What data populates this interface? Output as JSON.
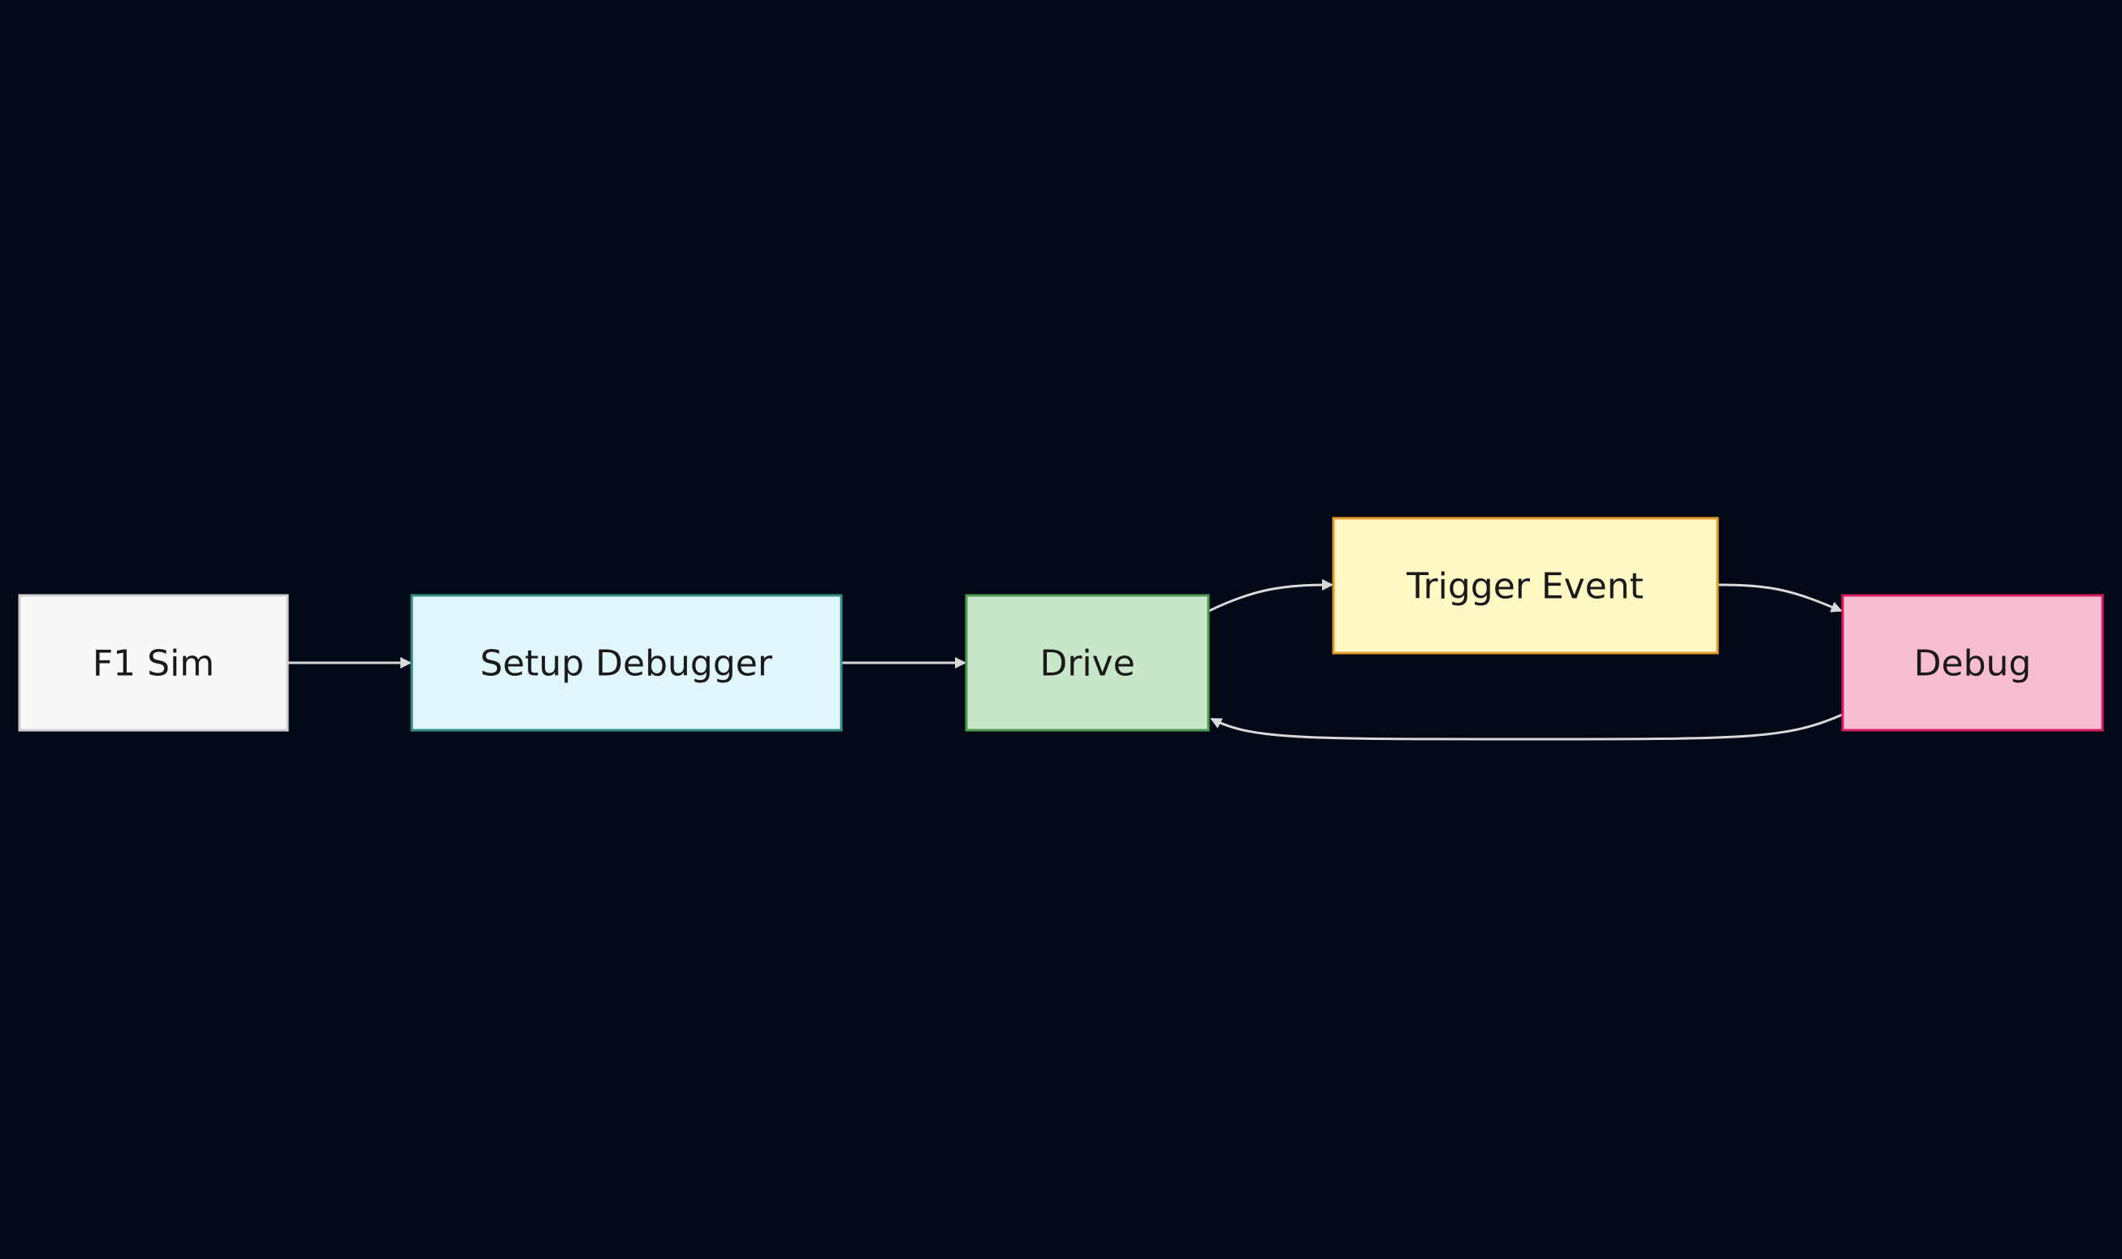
{
  "diagram": {
    "background": "#020916",
    "edge_color": "#d9d9d9",
    "nodes": [
      {
        "id": "f1-sim",
        "label": "F1 Sim",
        "fill": "#f8f8f8",
        "stroke": "#cfcfcf"
      },
      {
        "id": "setup-debugger",
        "label": "Setup Debugger",
        "fill": "#e1f6fb",
        "stroke": "#2f8f87"
      },
      {
        "id": "drive",
        "label": "Drive",
        "fill": "#c8e6c9",
        "stroke": "#4e9a50"
      },
      {
        "id": "trigger-event",
        "label": "Trigger Event",
        "fill": "#fff8c4",
        "stroke": "#e59a2c"
      },
      {
        "id": "debug",
        "label": "Debug",
        "fill": "#f7bcd0",
        "stroke": "#d81b60"
      }
    ],
    "edges": [
      {
        "from": "f1-sim",
        "to": "setup-debugger"
      },
      {
        "from": "setup-debugger",
        "to": "drive"
      },
      {
        "from": "drive",
        "to": "trigger-event"
      },
      {
        "from": "trigger-event",
        "to": "debug"
      },
      {
        "from": "debug",
        "to": "drive"
      }
    ]
  }
}
